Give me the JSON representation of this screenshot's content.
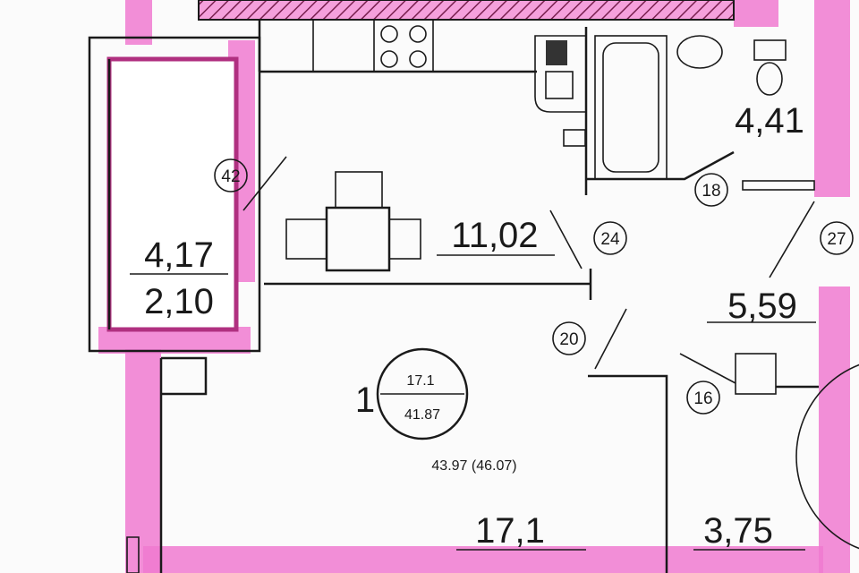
{
  "plan": {
    "balcony": {
      "marker": "42",
      "area_primary": "4,17",
      "area_reduced": "2,10"
    },
    "kitchen": {
      "area": "11,02",
      "marker": "24"
    },
    "bathroom": {
      "area": "4,41",
      "marker": "18"
    },
    "hallway": {
      "area": "5,59",
      "marker": "27",
      "marker_door_a": "20",
      "marker_door_b": "16"
    },
    "apartment_badge": {
      "rooms": "1",
      "living_area": "17.1",
      "total_area": "41.87"
    },
    "summary_area": "43.97 (46.07)",
    "living_room": {
      "area": "17,1"
    },
    "closet": {
      "area": "3,75"
    },
    "colors": {
      "wall_highlight": "#f07ad0",
      "lines": "#1a1a1a"
    }
  }
}
